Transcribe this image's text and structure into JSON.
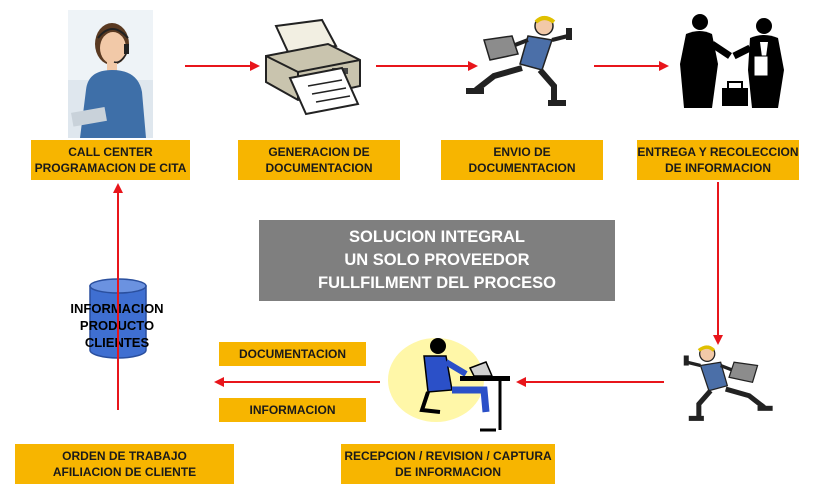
{
  "process": {
    "call_center": [
      "CALL CENTER",
      "PROGRAMACION DE CITA"
    ],
    "generacion": [
      "GENERACION DE",
      "DOCUMENTACION"
    ],
    "envio": [
      "ENVIO DE",
      "DOCUMENTACION"
    ],
    "entrega": [
      "ENTREGA Y RECOLECCION",
      "DE INFORMACION"
    ],
    "recepcion": [
      "RECEPCION / REVISION / CAPTURA",
      "DE INFORMACION"
    ],
    "documentacion": "DOCUMENTACION",
    "informacion": "INFORMACION",
    "orden": [
      "ORDEN DE TRABAJO",
      "AFILIACION DE CLIENTE"
    ]
  },
  "database": [
    "INFORMACION",
    "PRODUCTO",
    "CLIENTES"
  ],
  "center": [
    "SOLUCION INTEGRAL",
    "UN SOLO PROVEEDOR",
    "FULLFILMENT DEL PROCESO"
  ],
  "colors": {
    "box": "#f7b500",
    "arrow": "#e8151b",
    "center": "#7f7f7f",
    "database": "#3f6fd1"
  },
  "icons": [
    "call-center-agent-icon",
    "printer-icon",
    "courier-runner-icon",
    "handshake-icon",
    "office-worker-icon"
  ]
}
